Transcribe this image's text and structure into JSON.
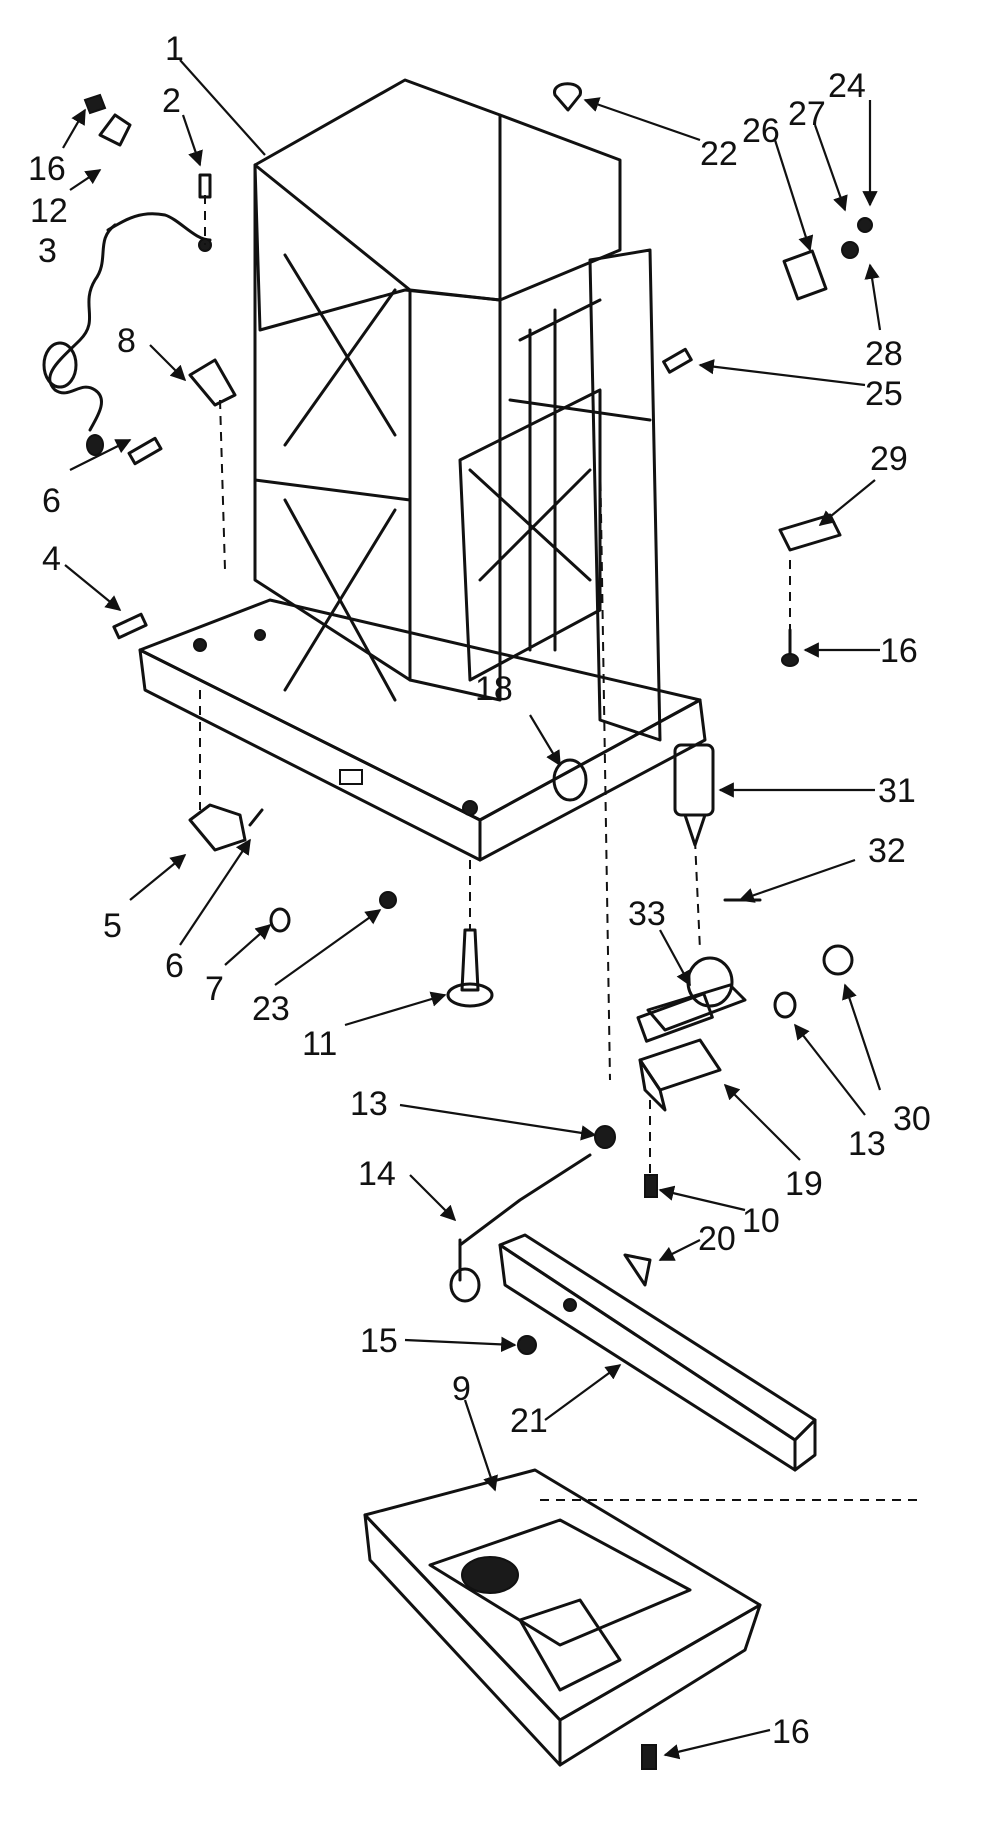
{
  "diagram": {
    "callouts": [
      "1",
      "2",
      "16",
      "12",
      "3",
      "8",
      "6",
      "4",
      "5",
      "6",
      "7",
      "23",
      "11",
      "18",
      "22",
      "26",
      "27",
      "24",
      "28",
      "25",
      "29",
      "16",
      "31",
      "32",
      "33",
      "13",
      "30",
      "13",
      "19",
      "10",
      "14",
      "20",
      "15",
      "21",
      "9",
      "16"
    ]
  }
}
